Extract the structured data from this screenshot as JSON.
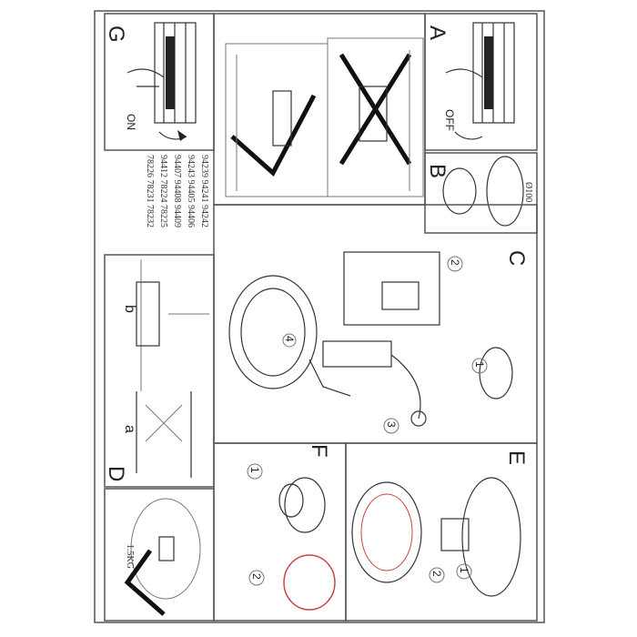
{
  "panels": {
    "a": "A",
    "b": "B",
    "c": "C",
    "d": "D",
    "e": "E",
    "f": "F",
    "g": "G",
    "sub_a": "a",
    "sub_b": "b"
  },
  "switch_labels": {
    "off": "OFF",
    "on": "ON"
  },
  "model_numbers": [
    "94239  94241  94242",
    "94243  94405  94406",
    "94407  94408  94409",
    "94412  78224  78225",
    "78226  78231  78232"
  ],
  "steps": {
    "one": "1",
    "two": "2",
    "three": "3",
    "four": "4"
  },
  "dimension_label": "Ø100",
  "weight_label": "1.5KG"
}
